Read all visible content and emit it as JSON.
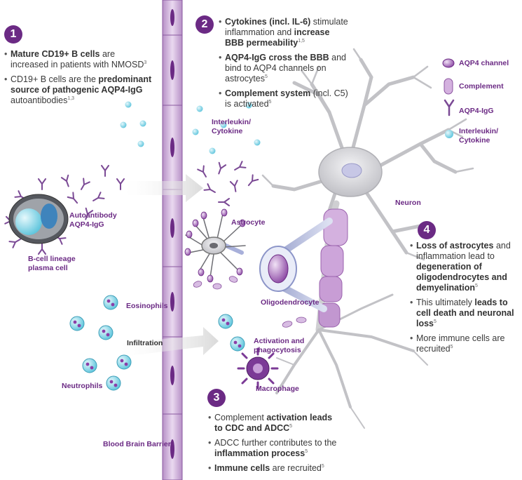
{
  "steps": [
    {
      "number": "1"
    },
    {
      "number": "2"
    },
    {
      "number": "3"
    },
    {
      "number": "4"
    }
  ],
  "block1": {
    "b1_bold": "Mature CD19+ B cells",
    "b1_rest": " are increased in patients with NMOSD",
    "b1_ref": "3",
    "b2_pre": "CD19+ B cells are the ",
    "b2_bold": "predominant source of pathogenic AQP4-IgG",
    "b2_rest": " autoantibodies",
    "b2_ref": "1,3"
  },
  "block2": {
    "b1_bold": "Cytokines (incl. IL-6)",
    "b1_mid": " stimulate inflammation and ",
    "b1_bold2": "increase BBB permeability",
    "b1_ref": "1,5",
    "b2_bold": "AQP4-IgG cross the BBB",
    "b2_rest": " and bind to AQP4 channels on astrocytes",
    "b2_ref": "5",
    "b3_bold": "Complement system",
    "b3_rest": " (incl. C5) is activated",
    "b3_ref": "5"
  },
  "block3": {
    "b1_pre": "Complement ",
    "b1_bold": "activation leads to CDC and ADCC",
    "b1_ref": "5",
    "b2_pre": "ADCC further contributes to the ",
    "b2_bold": "inflammation process",
    "b2_ref": "5",
    "b3_bold": "Immune cells",
    "b3_rest": " are recruited",
    "b3_ref": "5"
  },
  "block4": {
    "b1_bold": "Loss of astrocytes",
    "b1_mid": " and inflammation lead to ",
    "b1_bold2": "degeneration of oligodendrocytes and demyelination",
    "b1_ref": "5",
    "b2_pre": "This ultimately ",
    "b2_bold": "leads to cell death and neuronal loss",
    "b2_ref": "5",
    "b3_text": "More immune cells are recruited",
    "b3_ref": "5"
  },
  "legend": {
    "aqp4_channel": "AQP4 channel",
    "complement": "Complement",
    "aqp4_igg": "AQP4-IgG",
    "interleukin": "Interleukin/ Cytokine"
  },
  "labels": {
    "interleukin_cytokine": "Interleukin/ Cytokine",
    "autoantibody": "Autoantibody AQP4-IgG",
    "bcell": "B-cell lineage plasma cell",
    "astrocyte": "Astrocyte",
    "neuron": "Neuron",
    "oligodendrocyte": "Oligodendrocyte",
    "eosinophils": "Eosinophils",
    "infiltration": "Infiltration",
    "activation_phago": "Activation and phagocytosis",
    "neutrophils": "Neutrophils",
    "macrophage": "Macrophage",
    "bbb": "Blood Brain Barrier"
  },
  "colors": {
    "purple": "#6b2a84",
    "light_purple": "#c9a9d6",
    "cyan": "#7fd3e6",
    "neuron_grey": "#cfcfd2"
  }
}
